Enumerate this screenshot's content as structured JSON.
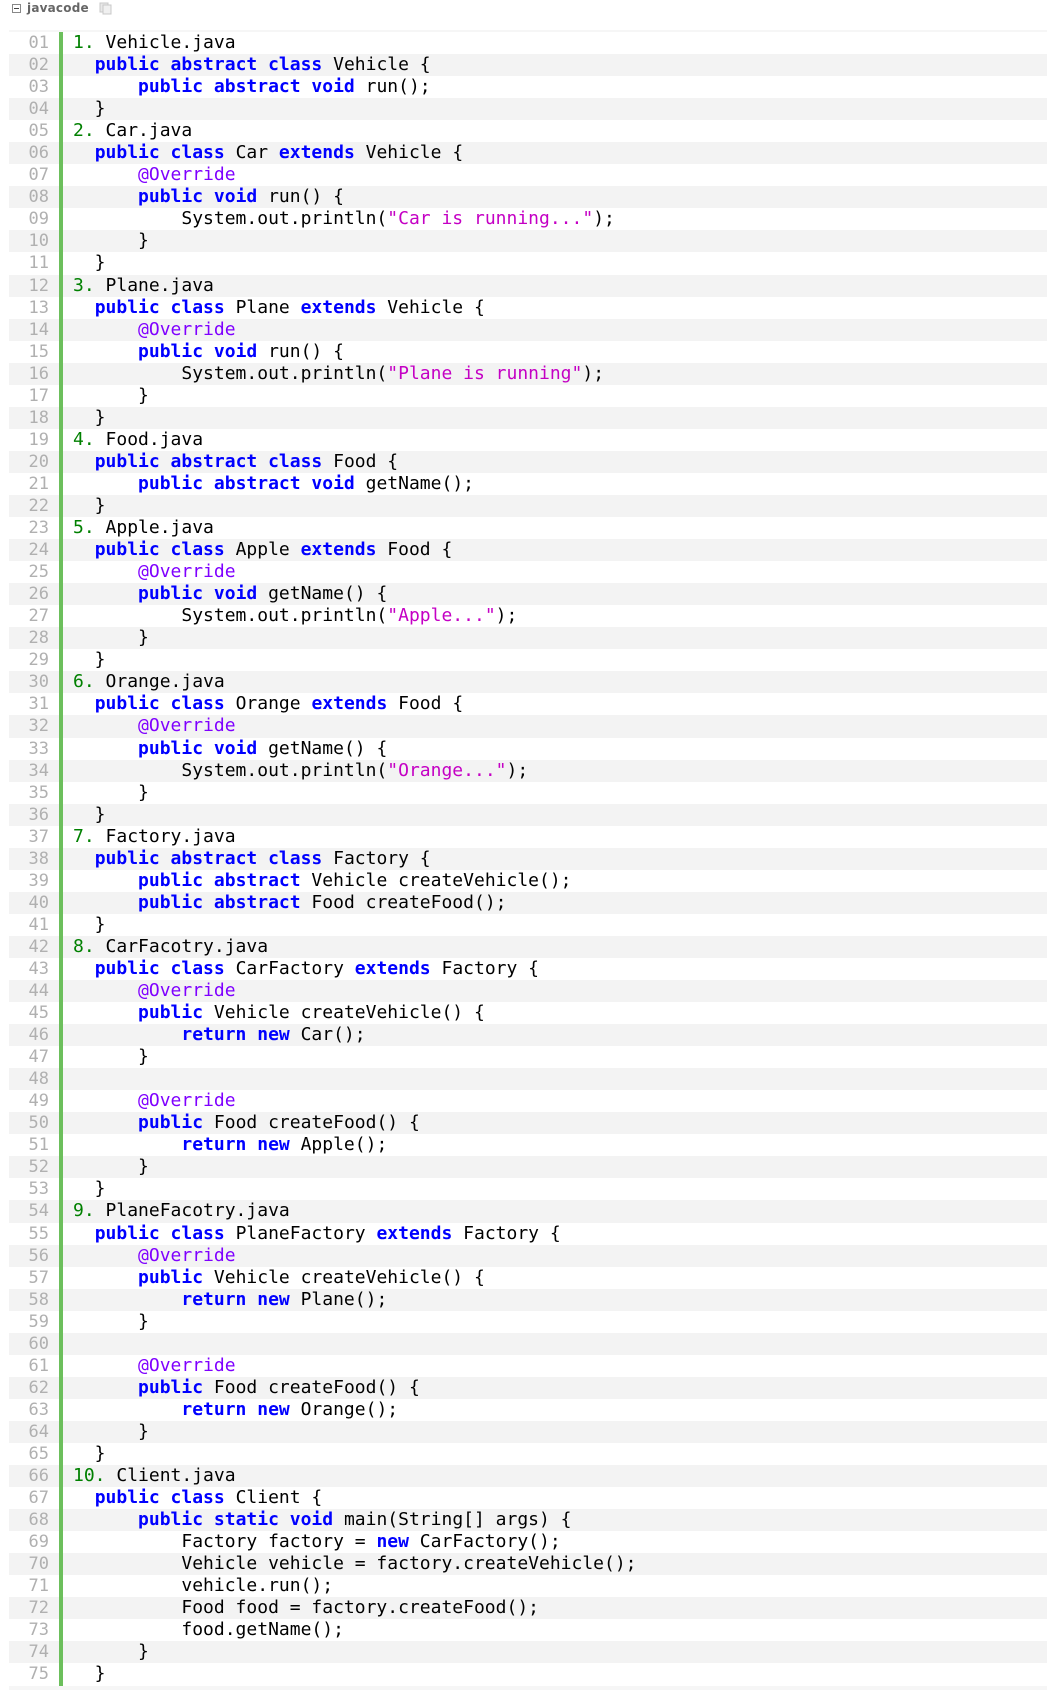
{
  "header": {
    "language": "javacode",
    "copy_icon": "copy-icon"
  },
  "colors": {
    "keyword": "#0000ff",
    "annotation": "#7f00ff",
    "string": "#c400c4",
    "list_number": "#008000",
    "gutter_bar": "#6cbf5c",
    "line_number": "#b0b0b0"
  },
  "code": {
    "lines": [
      {
        "n": "01",
        "tokens": [
          [
            "num",
            "1. "
          ],
          [
            "t",
            "Vehicle.java"
          ]
        ]
      },
      {
        "n": "02",
        "tokens": [
          [
            "t",
            "  "
          ],
          [
            "kw",
            "public abstract class"
          ],
          [
            "t",
            " Vehicle {"
          ]
        ]
      },
      {
        "n": "03",
        "tokens": [
          [
            "t",
            "      "
          ],
          [
            "kw",
            "public abstract void"
          ],
          [
            "t",
            " run();"
          ]
        ]
      },
      {
        "n": "04",
        "tokens": [
          [
            "t",
            "  }"
          ]
        ]
      },
      {
        "n": "05",
        "tokens": [
          [
            "num",
            "2. "
          ],
          [
            "t",
            "Car.java"
          ]
        ]
      },
      {
        "n": "06",
        "tokens": [
          [
            "t",
            "  "
          ],
          [
            "kw",
            "public class"
          ],
          [
            "t",
            " Car "
          ],
          [
            "kw",
            "extends"
          ],
          [
            "t",
            " Vehicle {"
          ]
        ]
      },
      {
        "n": "07",
        "tokens": [
          [
            "t",
            "      "
          ],
          [
            "an",
            "@Override"
          ]
        ]
      },
      {
        "n": "08",
        "tokens": [
          [
            "t",
            "      "
          ],
          [
            "kw",
            "public void"
          ],
          [
            "t",
            " run() {"
          ]
        ]
      },
      {
        "n": "09",
        "tokens": [
          [
            "t",
            "          System.out.println("
          ],
          [
            "str",
            "\"Car is running...\""
          ],
          [
            "t",
            ");"
          ]
        ]
      },
      {
        "n": "10",
        "tokens": [
          [
            "t",
            "      }"
          ]
        ]
      },
      {
        "n": "11",
        "tokens": [
          [
            "t",
            "  }"
          ]
        ]
      },
      {
        "n": "12",
        "tokens": [
          [
            "num",
            "3. "
          ],
          [
            "t",
            "Plane.java"
          ]
        ]
      },
      {
        "n": "13",
        "tokens": [
          [
            "t",
            "  "
          ],
          [
            "kw",
            "public class"
          ],
          [
            "t",
            " Plane "
          ],
          [
            "kw",
            "extends"
          ],
          [
            "t",
            " Vehicle {"
          ]
        ]
      },
      {
        "n": "14",
        "tokens": [
          [
            "t",
            "      "
          ],
          [
            "an",
            "@Override"
          ]
        ]
      },
      {
        "n": "15",
        "tokens": [
          [
            "t",
            "      "
          ],
          [
            "kw",
            "public void"
          ],
          [
            "t",
            " run() {"
          ]
        ]
      },
      {
        "n": "16",
        "tokens": [
          [
            "t",
            "          System.out.println("
          ],
          [
            "str",
            "\"Plane is running\""
          ],
          [
            "t",
            ");"
          ]
        ]
      },
      {
        "n": "17",
        "tokens": [
          [
            "t",
            "      }"
          ]
        ]
      },
      {
        "n": "18",
        "tokens": [
          [
            "t",
            "  }"
          ]
        ]
      },
      {
        "n": "19",
        "tokens": [
          [
            "num",
            "4. "
          ],
          [
            "t",
            "Food.java"
          ]
        ]
      },
      {
        "n": "20",
        "tokens": [
          [
            "t",
            "  "
          ],
          [
            "kw",
            "public abstract class"
          ],
          [
            "t",
            " Food {"
          ]
        ]
      },
      {
        "n": "21",
        "tokens": [
          [
            "t",
            "      "
          ],
          [
            "kw",
            "public abstract void"
          ],
          [
            "t",
            " getName();"
          ]
        ]
      },
      {
        "n": "22",
        "tokens": [
          [
            "t",
            "  }"
          ]
        ]
      },
      {
        "n": "23",
        "tokens": [
          [
            "num",
            "5. "
          ],
          [
            "t",
            "Apple.java"
          ]
        ]
      },
      {
        "n": "24",
        "tokens": [
          [
            "t",
            "  "
          ],
          [
            "kw",
            "public class"
          ],
          [
            "t",
            " Apple "
          ],
          [
            "kw",
            "extends"
          ],
          [
            "t",
            " Food {"
          ]
        ]
      },
      {
        "n": "25",
        "tokens": [
          [
            "t",
            "      "
          ],
          [
            "an",
            "@Override"
          ]
        ]
      },
      {
        "n": "26",
        "tokens": [
          [
            "t",
            "      "
          ],
          [
            "kw",
            "public void"
          ],
          [
            "t",
            " getName() {"
          ]
        ]
      },
      {
        "n": "27",
        "tokens": [
          [
            "t",
            "          System.out.println("
          ],
          [
            "str",
            "\"Apple...\""
          ],
          [
            "t",
            ");"
          ]
        ]
      },
      {
        "n": "28",
        "tokens": [
          [
            "t",
            "      }"
          ]
        ]
      },
      {
        "n": "29",
        "tokens": [
          [
            "t",
            "  }"
          ]
        ]
      },
      {
        "n": "30",
        "tokens": [
          [
            "num",
            "6. "
          ],
          [
            "t",
            "Orange.java"
          ]
        ]
      },
      {
        "n": "31",
        "tokens": [
          [
            "t",
            "  "
          ],
          [
            "kw",
            "public class"
          ],
          [
            "t",
            " Orange "
          ],
          [
            "kw",
            "extends"
          ],
          [
            "t",
            " Food {"
          ]
        ]
      },
      {
        "n": "32",
        "tokens": [
          [
            "t",
            "      "
          ],
          [
            "an",
            "@Override"
          ]
        ]
      },
      {
        "n": "33",
        "tokens": [
          [
            "t",
            "      "
          ],
          [
            "kw",
            "public void"
          ],
          [
            "t",
            " getName() {"
          ]
        ]
      },
      {
        "n": "34",
        "tokens": [
          [
            "t",
            "          System.out.println("
          ],
          [
            "str",
            "\"Orange...\""
          ],
          [
            "t",
            ");"
          ]
        ]
      },
      {
        "n": "35",
        "tokens": [
          [
            "t",
            "      }"
          ]
        ]
      },
      {
        "n": "36",
        "tokens": [
          [
            "t",
            "  }"
          ]
        ]
      },
      {
        "n": "37",
        "tokens": [
          [
            "num",
            "7. "
          ],
          [
            "t",
            "Factory.java"
          ]
        ]
      },
      {
        "n": "38",
        "tokens": [
          [
            "t",
            "  "
          ],
          [
            "kw",
            "public abstract class"
          ],
          [
            "t",
            " Factory {"
          ]
        ]
      },
      {
        "n": "39",
        "tokens": [
          [
            "t",
            "      "
          ],
          [
            "kw",
            "public abstract"
          ],
          [
            "t",
            " Vehicle createVehicle();"
          ]
        ]
      },
      {
        "n": "40",
        "tokens": [
          [
            "t",
            "      "
          ],
          [
            "kw",
            "public abstract"
          ],
          [
            "t",
            " Food createFood();"
          ]
        ]
      },
      {
        "n": "41",
        "tokens": [
          [
            "t",
            "  }"
          ]
        ]
      },
      {
        "n": "42",
        "tokens": [
          [
            "num",
            "8. "
          ],
          [
            "t",
            "CarFacotry.java"
          ]
        ]
      },
      {
        "n": "43",
        "tokens": [
          [
            "t",
            "  "
          ],
          [
            "kw",
            "public class"
          ],
          [
            "t",
            " CarFactory "
          ],
          [
            "kw",
            "extends"
          ],
          [
            "t",
            " Factory {"
          ]
        ]
      },
      {
        "n": "44",
        "tokens": [
          [
            "t",
            "      "
          ],
          [
            "an",
            "@Override"
          ]
        ]
      },
      {
        "n": "45",
        "tokens": [
          [
            "t",
            "      "
          ],
          [
            "kw",
            "public"
          ],
          [
            "t",
            " Vehicle createVehicle() {"
          ]
        ]
      },
      {
        "n": "46",
        "tokens": [
          [
            "t",
            "          "
          ],
          [
            "kw",
            "return new"
          ],
          [
            "t",
            " Car();"
          ]
        ]
      },
      {
        "n": "47",
        "tokens": [
          [
            "t",
            "      }"
          ]
        ]
      },
      {
        "n": "48",
        "tokens": [
          [
            "t",
            ""
          ]
        ]
      },
      {
        "n": "49",
        "tokens": [
          [
            "t",
            "      "
          ],
          [
            "an",
            "@Override"
          ]
        ]
      },
      {
        "n": "50",
        "tokens": [
          [
            "t",
            "      "
          ],
          [
            "kw",
            "public"
          ],
          [
            "t",
            " Food createFood() {"
          ]
        ]
      },
      {
        "n": "51",
        "tokens": [
          [
            "t",
            "          "
          ],
          [
            "kw",
            "return new"
          ],
          [
            "t",
            " Apple();"
          ]
        ]
      },
      {
        "n": "52",
        "tokens": [
          [
            "t",
            "      }"
          ]
        ]
      },
      {
        "n": "53",
        "tokens": [
          [
            "t",
            "  }"
          ]
        ]
      },
      {
        "n": "54",
        "tokens": [
          [
            "num",
            "9. "
          ],
          [
            "t",
            "PlaneFacotry.java"
          ]
        ]
      },
      {
        "n": "55",
        "tokens": [
          [
            "t",
            "  "
          ],
          [
            "kw",
            "public class"
          ],
          [
            "t",
            " PlaneFactory "
          ],
          [
            "kw",
            "extends"
          ],
          [
            "t",
            " Factory {"
          ]
        ]
      },
      {
        "n": "56",
        "tokens": [
          [
            "t",
            "      "
          ],
          [
            "an",
            "@Override"
          ]
        ]
      },
      {
        "n": "57",
        "tokens": [
          [
            "t",
            "      "
          ],
          [
            "kw",
            "public"
          ],
          [
            "t",
            " Vehicle createVehicle() {"
          ]
        ]
      },
      {
        "n": "58",
        "tokens": [
          [
            "t",
            "          "
          ],
          [
            "kw",
            "return new"
          ],
          [
            "t",
            " Plane();"
          ]
        ]
      },
      {
        "n": "59",
        "tokens": [
          [
            "t",
            "      }"
          ]
        ]
      },
      {
        "n": "60",
        "tokens": [
          [
            "t",
            ""
          ]
        ]
      },
      {
        "n": "61",
        "tokens": [
          [
            "t",
            "      "
          ],
          [
            "an",
            "@Override"
          ]
        ]
      },
      {
        "n": "62",
        "tokens": [
          [
            "t",
            "      "
          ],
          [
            "kw",
            "public"
          ],
          [
            "t",
            " Food createFood() {"
          ]
        ]
      },
      {
        "n": "63",
        "tokens": [
          [
            "t",
            "          "
          ],
          [
            "kw",
            "return new"
          ],
          [
            "t",
            " Orange();"
          ]
        ]
      },
      {
        "n": "64",
        "tokens": [
          [
            "t",
            "      }"
          ]
        ]
      },
      {
        "n": "65",
        "tokens": [
          [
            "t",
            "  }"
          ]
        ]
      },
      {
        "n": "66",
        "tokens": [
          [
            "num",
            "10. "
          ],
          [
            "t",
            "Client.java"
          ]
        ]
      },
      {
        "n": "67",
        "tokens": [
          [
            "t",
            "  "
          ],
          [
            "kw",
            "public class"
          ],
          [
            "t",
            " Client {"
          ]
        ]
      },
      {
        "n": "68",
        "tokens": [
          [
            "t",
            "      "
          ],
          [
            "kw",
            "public static void"
          ],
          [
            "t",
            " main(String[] args) {"
          ]
        ]
      },
      {
        "n": "69",
        "tokens": [
          [
            "t",
            "          Factory factory = "
          ],
          [
            "kw",
            "new"
          ],
          [
            "t",
            " CarFactory();"
          ]
        ]
      },
      {
        "n": "70",
        "tokens": [
          [
            "t",
            "          Vehicle vehicle = factory.createVehicle();"
          ]
        ]
      },
      {
        "n": "71",
        "tokens": [
          [
            "t",
            "          vehicle.run();"
          ]
        ]
      },
      {
        "n": "72",
        "tokens": [
          [
            "t",
            "          Food food = factory.createFood();"
          ]
        ]
      },
      {
        "n": "73",
        "tokens": [
          [
            "t",
            "          food.getName();"
          ]
        ]
      },
      {
        "n": "74",
        "tokens": [
          [
            "t",
            "      }"
          ]
        ]
      },
      {
        "n": "75",
        "tokens": [
          [
            "t",
            "  }"
          ]
        ]
      }
    ]
  }
}
